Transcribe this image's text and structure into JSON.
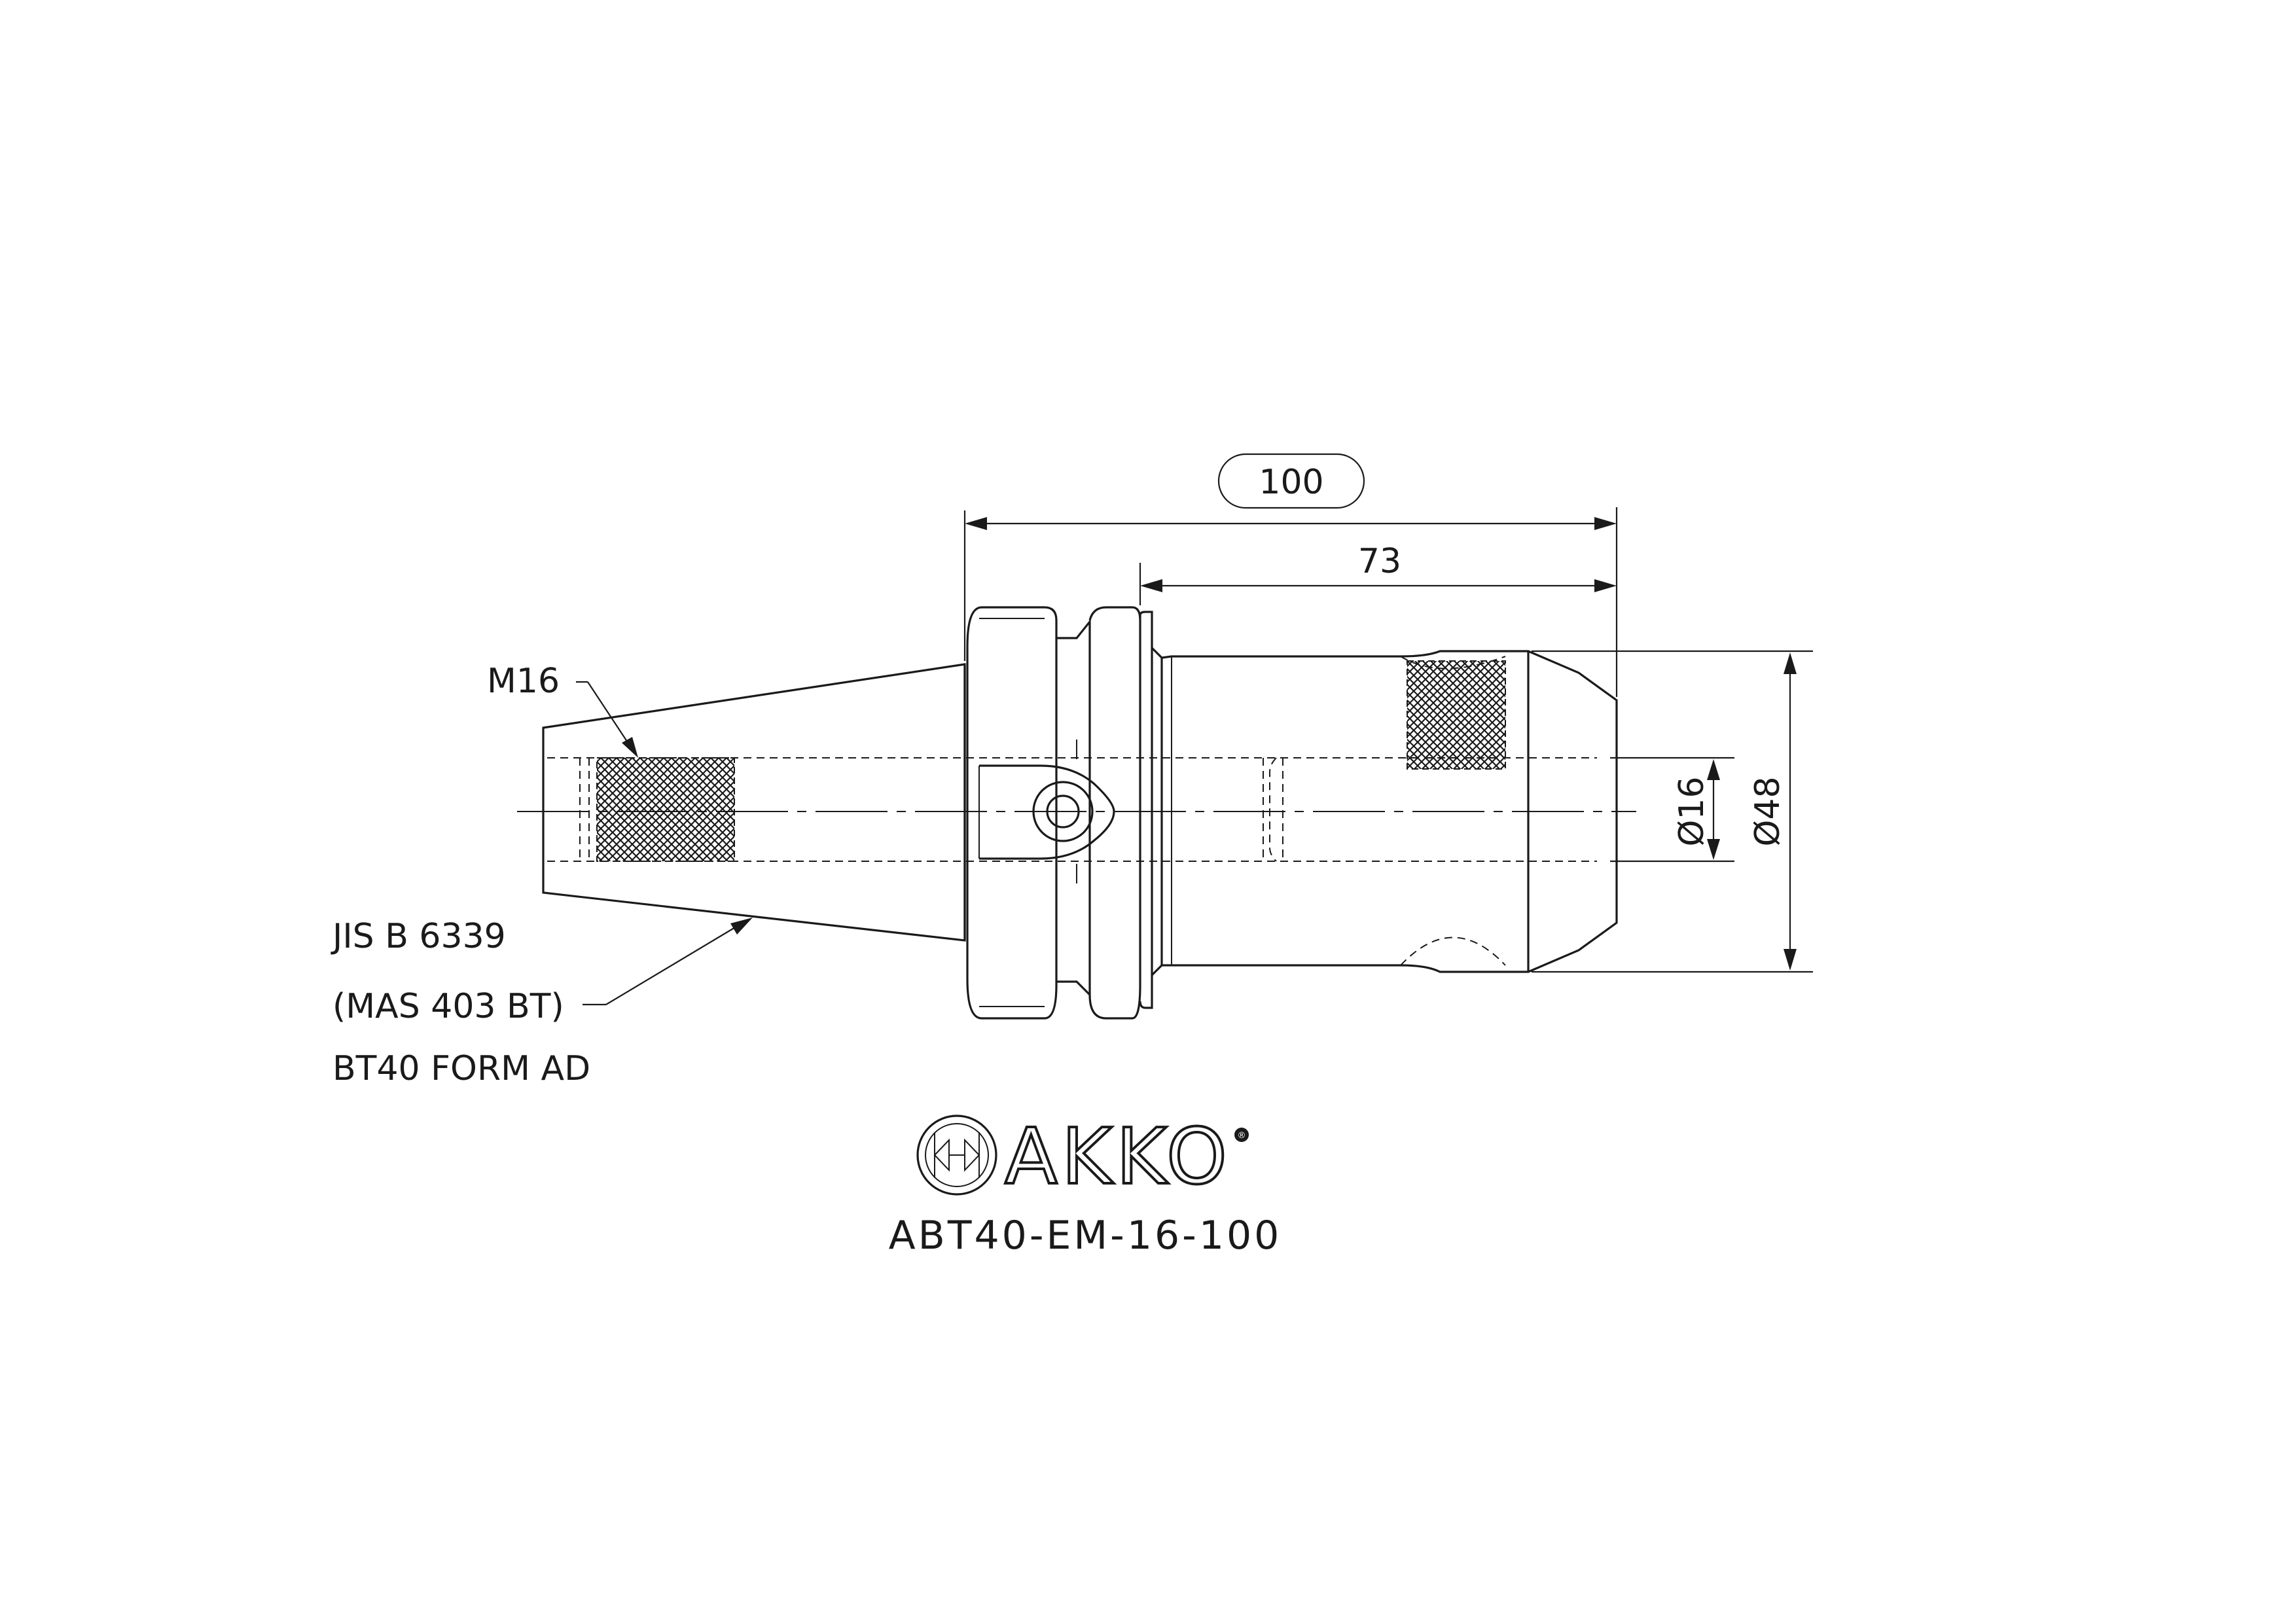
{
  "dimensions": {
    "overall_length": "100",
    "gauge_length": "73",
    "clamp_diameter": "Ø16",
    "body_diameter": "Ø48"
  },
  "callouts": {
    "thread": "M16",
    "standard_line1": "JIS B 6339",
    "standard_line2": "(MAS 403 BT)",
    "standard_line3": "BT40 FORM AD"
  },
  "logo": {
    "brand_name": "AKKO",
    "registered_mark": "®"
  },
  "part_number": "ABT40-EM-16-100",
  "colors": {
    "ink": "#1a1a1a",
    "background": "#ffffff"
  }
}
